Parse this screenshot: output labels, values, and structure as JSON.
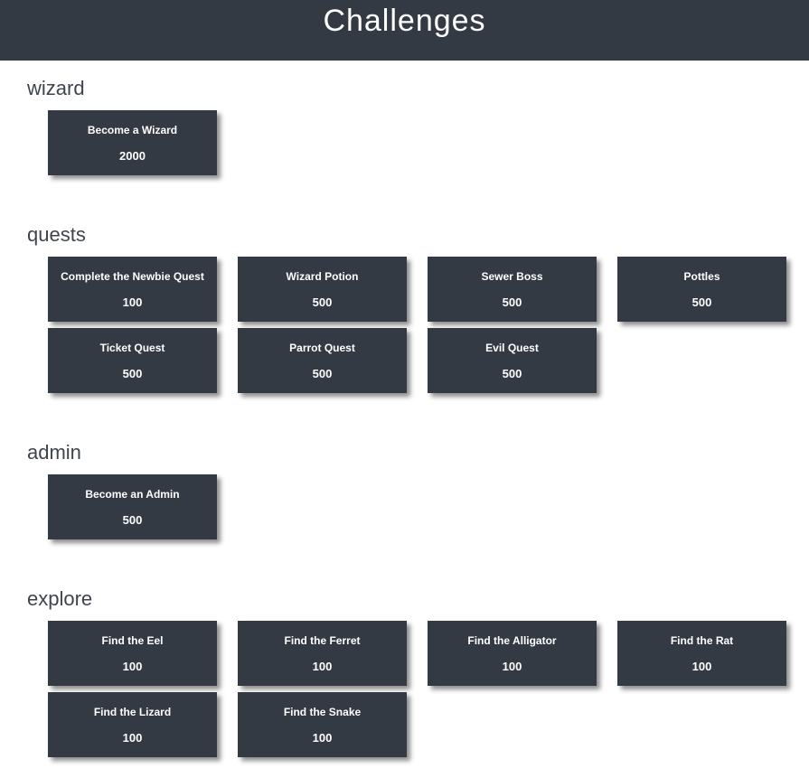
{
  "page": {
    "title": "Challenges"
  },
  "theme": {
    "header_bg": "#343a44",
    "card_bg": "#343a44",
    "card_text": "#ffffff",
    "heading_color": "#3f454c",
    "shadow_color": "rgba(0,0,0,0.45)"
  },
  "categories": [
    {
      "name": "wizard",
      "challenges": [
        {
          "name": "Become a Wizard",
          "points": "2000"
        }
      ]
    },
    {
      "name": "quests",
      "challenges": [
        {
          "name": "Complete the Newbie Quest",
          "points": "100"
        },
        {
          "name": "Wizard Potion",
          "points": "500"
        },
        {
          "name": "Sewer Boss",
          "points": "500"
        },
        {
          "name": "Pottles",
          "points": "500"
        },
        {
          "name": "Ticket Quest",
          "points": "500"
        },
        {
          "name": "Parrot Quest",
          "points": "500"
        },
        {
          "name": "Evil Quest",
          "points": "500"
        }
      ]
    },
    {
      "name": "admin",
      "challenges": [
        {
          "name": "Become an Admin",
          "points": "500"
        }
      ]
    },
    {
      "name": "explore",
      "challenges": [
        {
          "name": "Find the Eel",
          "points": "100"
        },
        {
          "name": "Find the Ferret",
          "points": "100"
        },
        {
          "name": "Find the Alligator",
          "points": "100"
        },
        {
          "name": "Find the Rat",
          "points": "100"
        },
        {
          "name": "Find the Lizard",
          "points": "100"
        },
        {
          "name": "Find the Snake",
          "points": "100"
        }
      ]
    }
  ]
}
